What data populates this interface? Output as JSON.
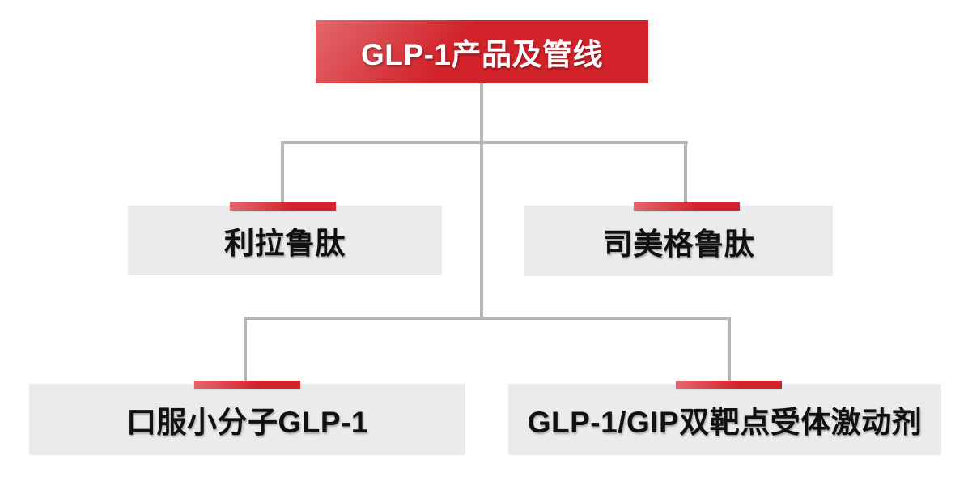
{
  "diagram": {
    "type": "org-chart",
    "root": {
      "label": "GLP-1产品及管线"
    },
    "children": [
      {
        "label": "利拉鲁肽"
      },
      {
        "label": "司美格鲁肽"
      },
      {
        "label": "口服小分子GLP-1"
      },
      {
        "label": "GLP-1/GIP双靶点受体激动剂"
      }
    ]
  },
  "colors": {
    "accent_red": "#d2232a",
    "accent_red_light": "#e2686d",
    "node_bg": "#ebebed",
    "connector": "#b5b5b5",
    "root_text": "#ffffff",
    "node_text": "#111111",
    "background": "#ffffff"
  }
}
